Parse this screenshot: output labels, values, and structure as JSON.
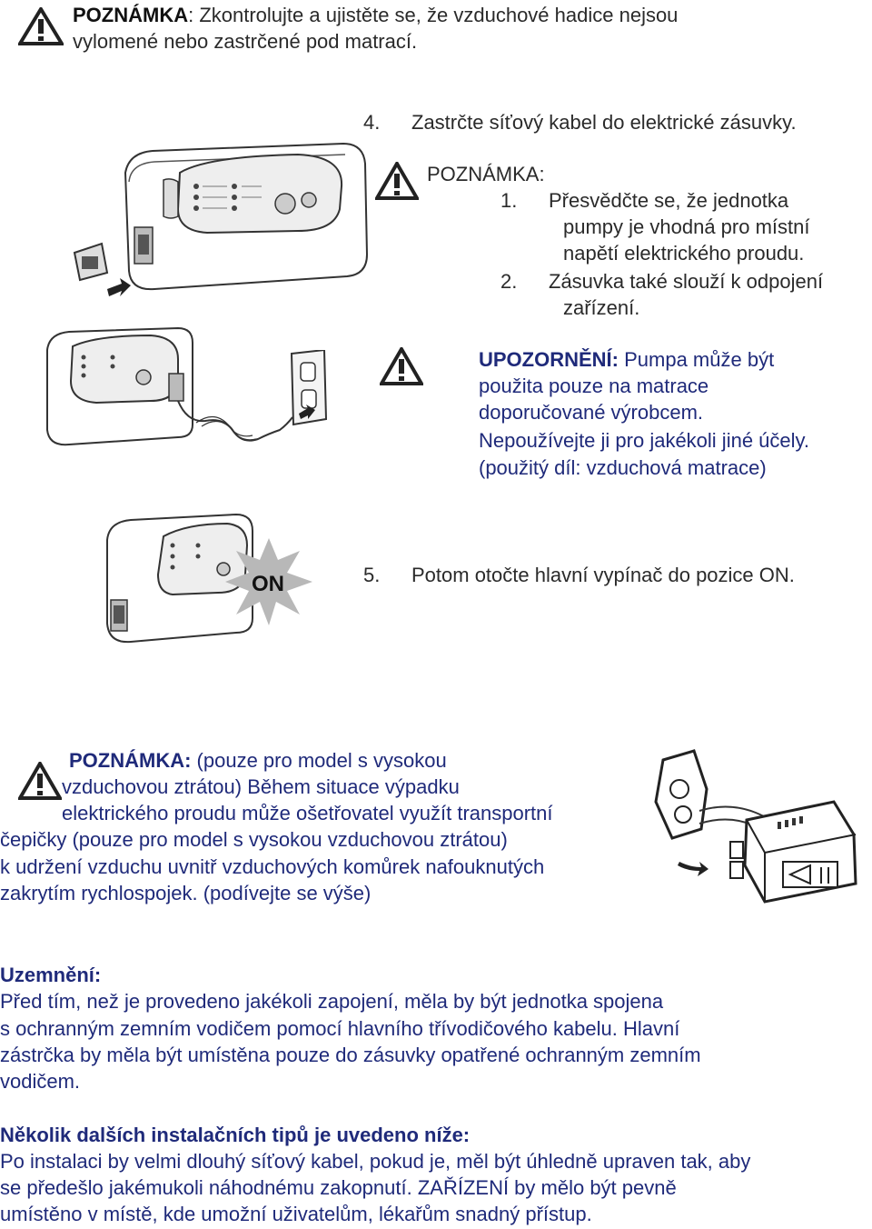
{
  "note_top": {
    "label": "POZNÁMKA",
    "line1": ": Zkontrolujte a ujistěte se, že vzduchové hadice nejsou",
    "line2": "vylomené nebo zastrčené pod matrací."
  },
  "step4": {
    "number": "4.",
    "text": "Zastrčte síťový kabel do elektrické zásuvky."
  },
  "note_power": {
    "label": "POZNÁMKA:",
    "items": [
      {
        "num": "1.",
        "line1": "Přesvědčte se, že jednotka",
        "line2": "pumpy je vhodná pro místní",
        "line3": "napětí elektrického proudu."
      },
      {
        "num": "2.",
        "line1": "Zásuvka také slouží k odpojení",
        "line2": "zařízení."
      }
    ]
  },
  "warning": {
    "label": "UPOZORNĚNÍ:",
    "line1": " Pumpa může být",
    "line2": "použita pouze na matrace",
    "line3": "doporučované výrobcem.",
    "line4": "Nepoužívejte ji pro jakékoli jiné účely.",
    "line5": "(použitý díl: vzduchová matrace)"
  },
  "step5": {
    "number": "5.",
    "text": "Potom otočte hlavní vypínač do pozice ON."
  },
  "on_badge": "ON",
  "note_cap": {
    "label": "POZNÁMKA:",
    "line1": " (pouze pro model s vysokou",
    "line2": "vzduchovou ztrátou) Během situace výpadku",
    "line3": "elektrického proudu může ošetřovatel využít transportní",
    "line4": "čepičky (pouze pro model s vysokou vzduchovou ztrátou)",
    "line5": "k udržení vzduchu uvnitř vzduchových komůrek nafouknutých",
    "line6": "zakrytím rychlospojek. (podívejte se výše)"
  },
  "grounding": {
    "heading": "Uzemnění:",
    "line1": "Před tím, než je provedeno jakékoli zapojení, měla by být jednotka spojena",
    "line2": "s ochranným zemním vodičem pomocí hlavního třívodičového kabelu. Hlavní",
    "line3": "zástrčka by měla být umístěna pouze do zásuvky opatřené ochranným zemním",
    "line4": "vodičem."
  },
  "tips": {
    "heading": "Několik dalších instalačních tipů je uvedeno níže:",
    "line1": "Po instalaci by velmi dlouhý síťový kabel, pokud je, měl být úhledně upraven tak, aby",
    "line2": "se předešlo jakémukoli náhodnému zakopnutí. ZAŘÍZENÍ by mělo být pevně",
    "line3": "umístěno v místě, kde umožní uživatelům, lékařům snadný přístup."
  },
  "icons": [
    "warning-triangle-icon",
    "pump-unit-illustration",
    "power-plug-illustration",
    "wall-outlet-illustration",
    "transport-cap-illustration"
  ]
}
